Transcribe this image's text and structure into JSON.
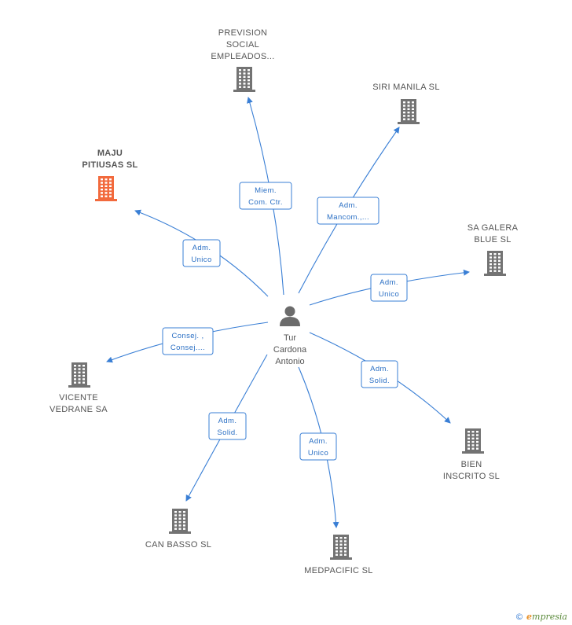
{
  "colors": {
    "edge": "#3a7fd5",
    "building": "#737373",
    "building_main": "#f26a3d",
    "person": "#6b6b6b"
  },
  "center": {
    "name_lines": [
      "Tur",
      "Cardona",
      "Antonio"
    ],
    "icon": "person-icon"
  },
  "nodes": [
    {
      "id": "prevision",
      "lines": [
        "PREVISION",
        "SOCIAL",
        "EMPLEADOS..."
      ],
      "icon": "building-icon",
      "main": false
    },
    {
      "id": "siri",
      "lines": [
        "SIRI MANILA SL"
      ],
      "icon": "building-icon",
      "main": false
    },
    {
      "id": "maju",
      "lines": [
        "MAJU",
        "PITIUSAS SL"
      ],
      "icon": "building-icon",
      "main": true
    },
    {
      "id": "sagalera",
      "lines": [
        "SA GALERA",
        "BLUE SL"
      ],
      "icon": "building-icon",
      "main": false
    },
    {
      "id": "vicente",
      "lines": [
        "VICENTE",
        "VEDRANE SA"
      ],
      "icon": "building-icon",
      "main": false
    },
    {
      "id": "bien",
      "lines": [
        "BIEN",
        "INSCRITO SL"
      ],
      "icon": "building-icon",
      "main": false
    },
    {
      "id": "canbasso",
      "lines": [
        "CAN BASSO SL"
      ],
      "icon": "building-icon",
      "main": false
    },
    {
      "id": "medpacific",
      "lines": [
        "MEDPACIFIC SL"
      ],
      "icon": "building-icon",
      "main": false
    }
  ],
  "edges": [
    {
      "to": "prevision",
      "lines": [
        "Miem.",
        "Com. Ctr."
      ]
    },
    {
      "to": "siri",
      "lines": [
        "Adm.",
        "Mancom.,..."
      ]
    },
    {
      "to": "maju",
      "lines": [
        "Adm.",
        "Unico"
      ]
    },
    {
      "to": "sagalera",
      "lines": [
        "Adm.",
        "Unico"
      ]
    },
    {
      "to": "vicente",
      "lines": [
        "Consej. ,",
        "Consej...."
      ]
    },
    {
      "to": "bien",
      "lines": [
        "Adm.",
        "Solid."
      ]
    },
    {
      "to": "canbasso",
      "lines": [
        "Adm.",
        "Solid."
      ]
    },
    {
      "to": "medpacific",
      "lines": [
        "Adm.",
        "Unico"
      ]
    }
  ],
  "brand": {
    "copyright": "©",
    "initial": "e",
    "rest": "mpresia"
  }
}
